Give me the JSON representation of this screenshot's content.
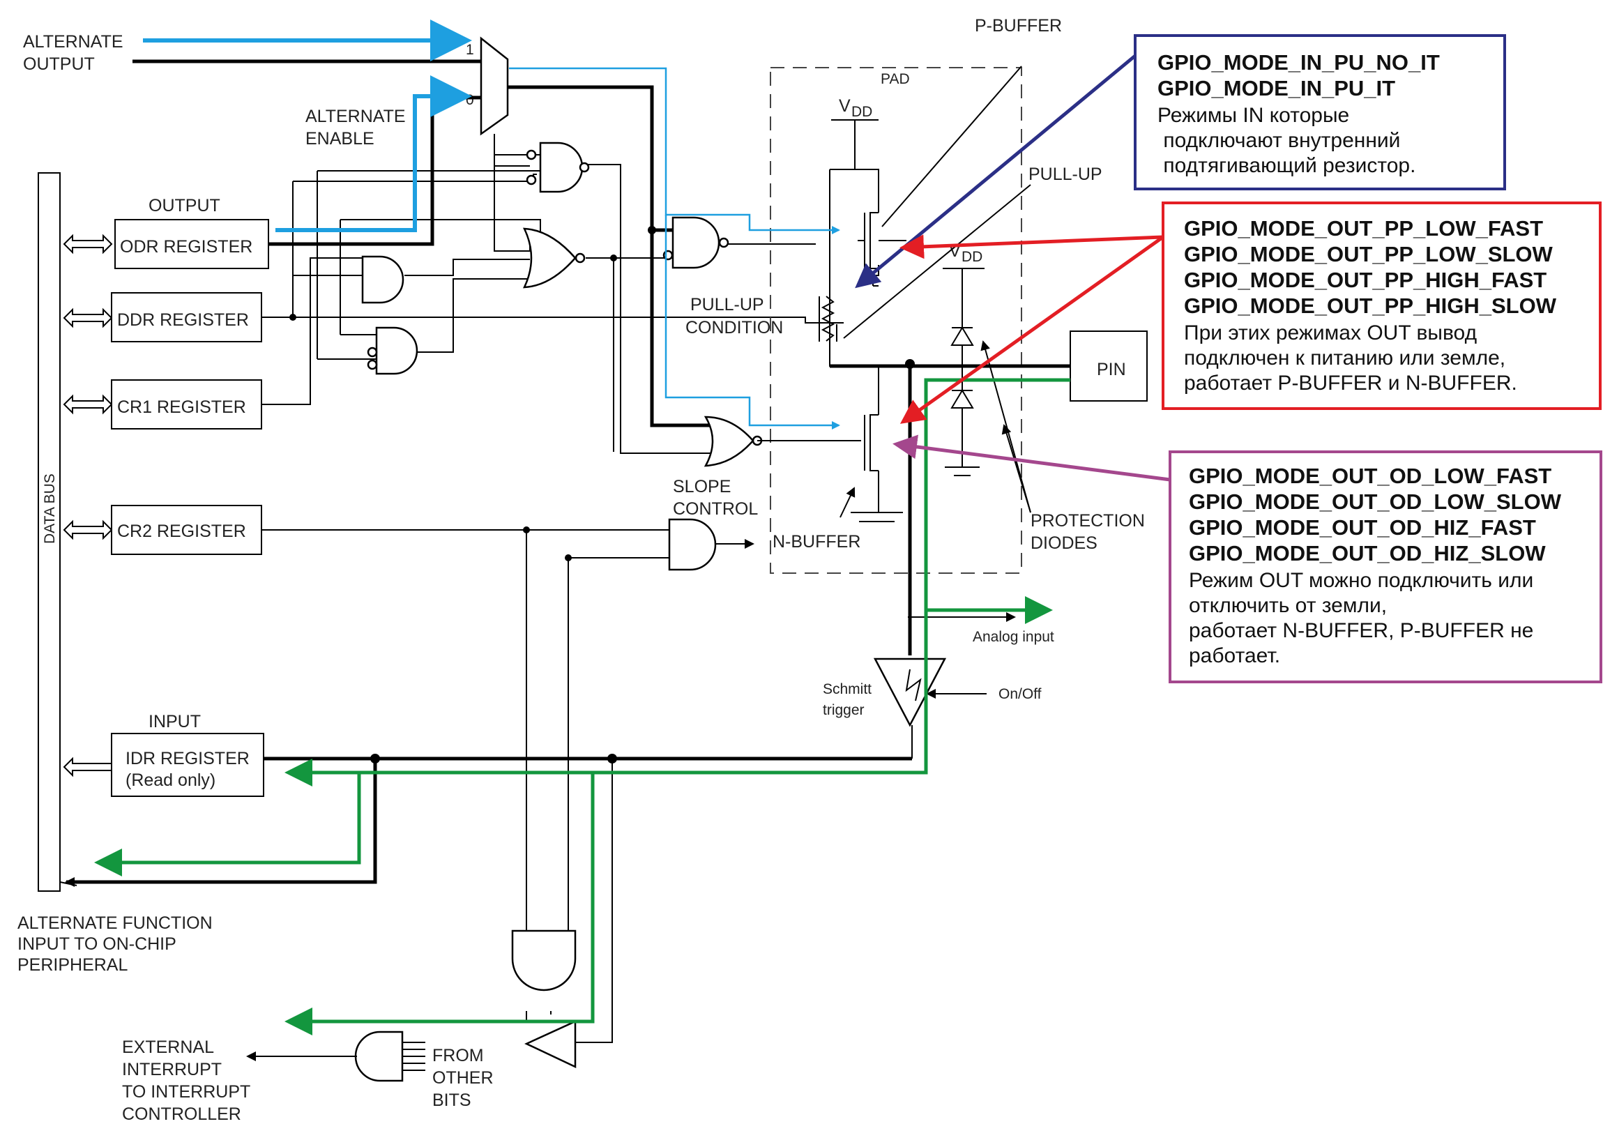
{
  "colors": {
    "blue": "#1e9fe0",
    "green": "#13963e",
    "navy": "#2b2f86",
    "red": "#e31e24",
    "purple": "#a4478d"
  },
  "labels": {
    "alternate_output_1": "ALTERNATE",
    "alternate_output_2": "OUTPUT",
    "mux_in1": "1",
    "mux_in0": "0",
    "alternate_enable_1": "ALTERNATE",
    "alternate_enable_2": "ENABLE",
    "output": "OUTPUT",
    "input": "INPUT",
    "odr": "ODR REGISTER",
    "ddr": "DDR REGISTER",
    "cr1": "CR1 REGISTER",
    "cr2": "CR2 REGISTER",
    "idr_1": "IDR REGISTER",
    "idr_2": "(Read only)",
    "data_bus": "DATA BUS",
    "alt_func_1": "ALTERNATE FUNCTION",
    "alt_func_2": "INPUT TO ON-CHIP",
    "alt_func_3": "PERIPHERAL",
    "p_buffer": "P-BUFFER",
    "pad": "PAD",
    "vdd_1": "V",
    "vdd_1_sub": "DD",
    "vdd_2": "V",
    "vdd_2_sub": "DD",
    "pull_up": "PULL-UP",
    "pull_up_condition_1": "PULL-UP",
    "pull_up_condition_2": "CONDITION",
    "pin": "PIN",
    "slope_1": "SLOPE",
    "slope_2": "CONTROL",
    "n_buffer": "N-BUFFER",
    "protection_1": "PROTECTION",
    "protection_2": "DIODES",
    "analog_input": "Analog input",
    "schmitt_1": "Schmitt",
    "schmitt_2": "trigger",
    "on_off": "On/Off",
    "ext_int_1": "EXTERNAL",
    "ext_int_2": "INTERRUPT",
    "ext_int_3": "TO INTERRUPT",
    "ext_int_4": "CONTROLLER",
    "from_other_1": "FROM",
    "from_other_2": "OTHER",
    "from_other_3": "BITS"
  },
  "callouts": {
    "input_pullup": {
      "lines_bold": [
        "GPIO_MODE_IN_PU_NO_IT",
        "GPIO_MODE_IN_PU_IT"
      ],
      "lines": [
        "Режимы IN которые",
        " подключают внутренний",
        " подтягивающий резистор."
      ]
    },
    "push_pull": {
      "lines_bold": [
        "GPIO_MODE_OUT_PP_LOW_FAST",
        "GPIO_MODE_OUT_PP_LOW_SLOW",
        "GPIO_MODE_OUT_PP_HIGH_FAST",
        "GPIO_MODE_OUT_PP_HIGH_SLOW"
      ],
      "lines": [
        "При этих режимах OUT вывод",
        "подключен к питанию или земле,",
        "работает P-BUFFER и N-BUFFER."
      ]
    },
    "open_drain": {
      "lines_bold": [
        "GPIO_MODE_OUT_OD_LOW_FAST",
        "GPIO_MODE_OUT_OD_LOW_SLOW",
        "GPIO_MODE_OUT_OD_HIZ_FAST",
        "GPIO_MODE_OUT_OD_HIZ_SLOW"
      ],
      "lines": [
        "Режим OUT можно подключить или",
        "отключить от земли,",
        "работает N-BUFFER, P-BUFFER не",
        "работает."
      ]
    }
  }
}
